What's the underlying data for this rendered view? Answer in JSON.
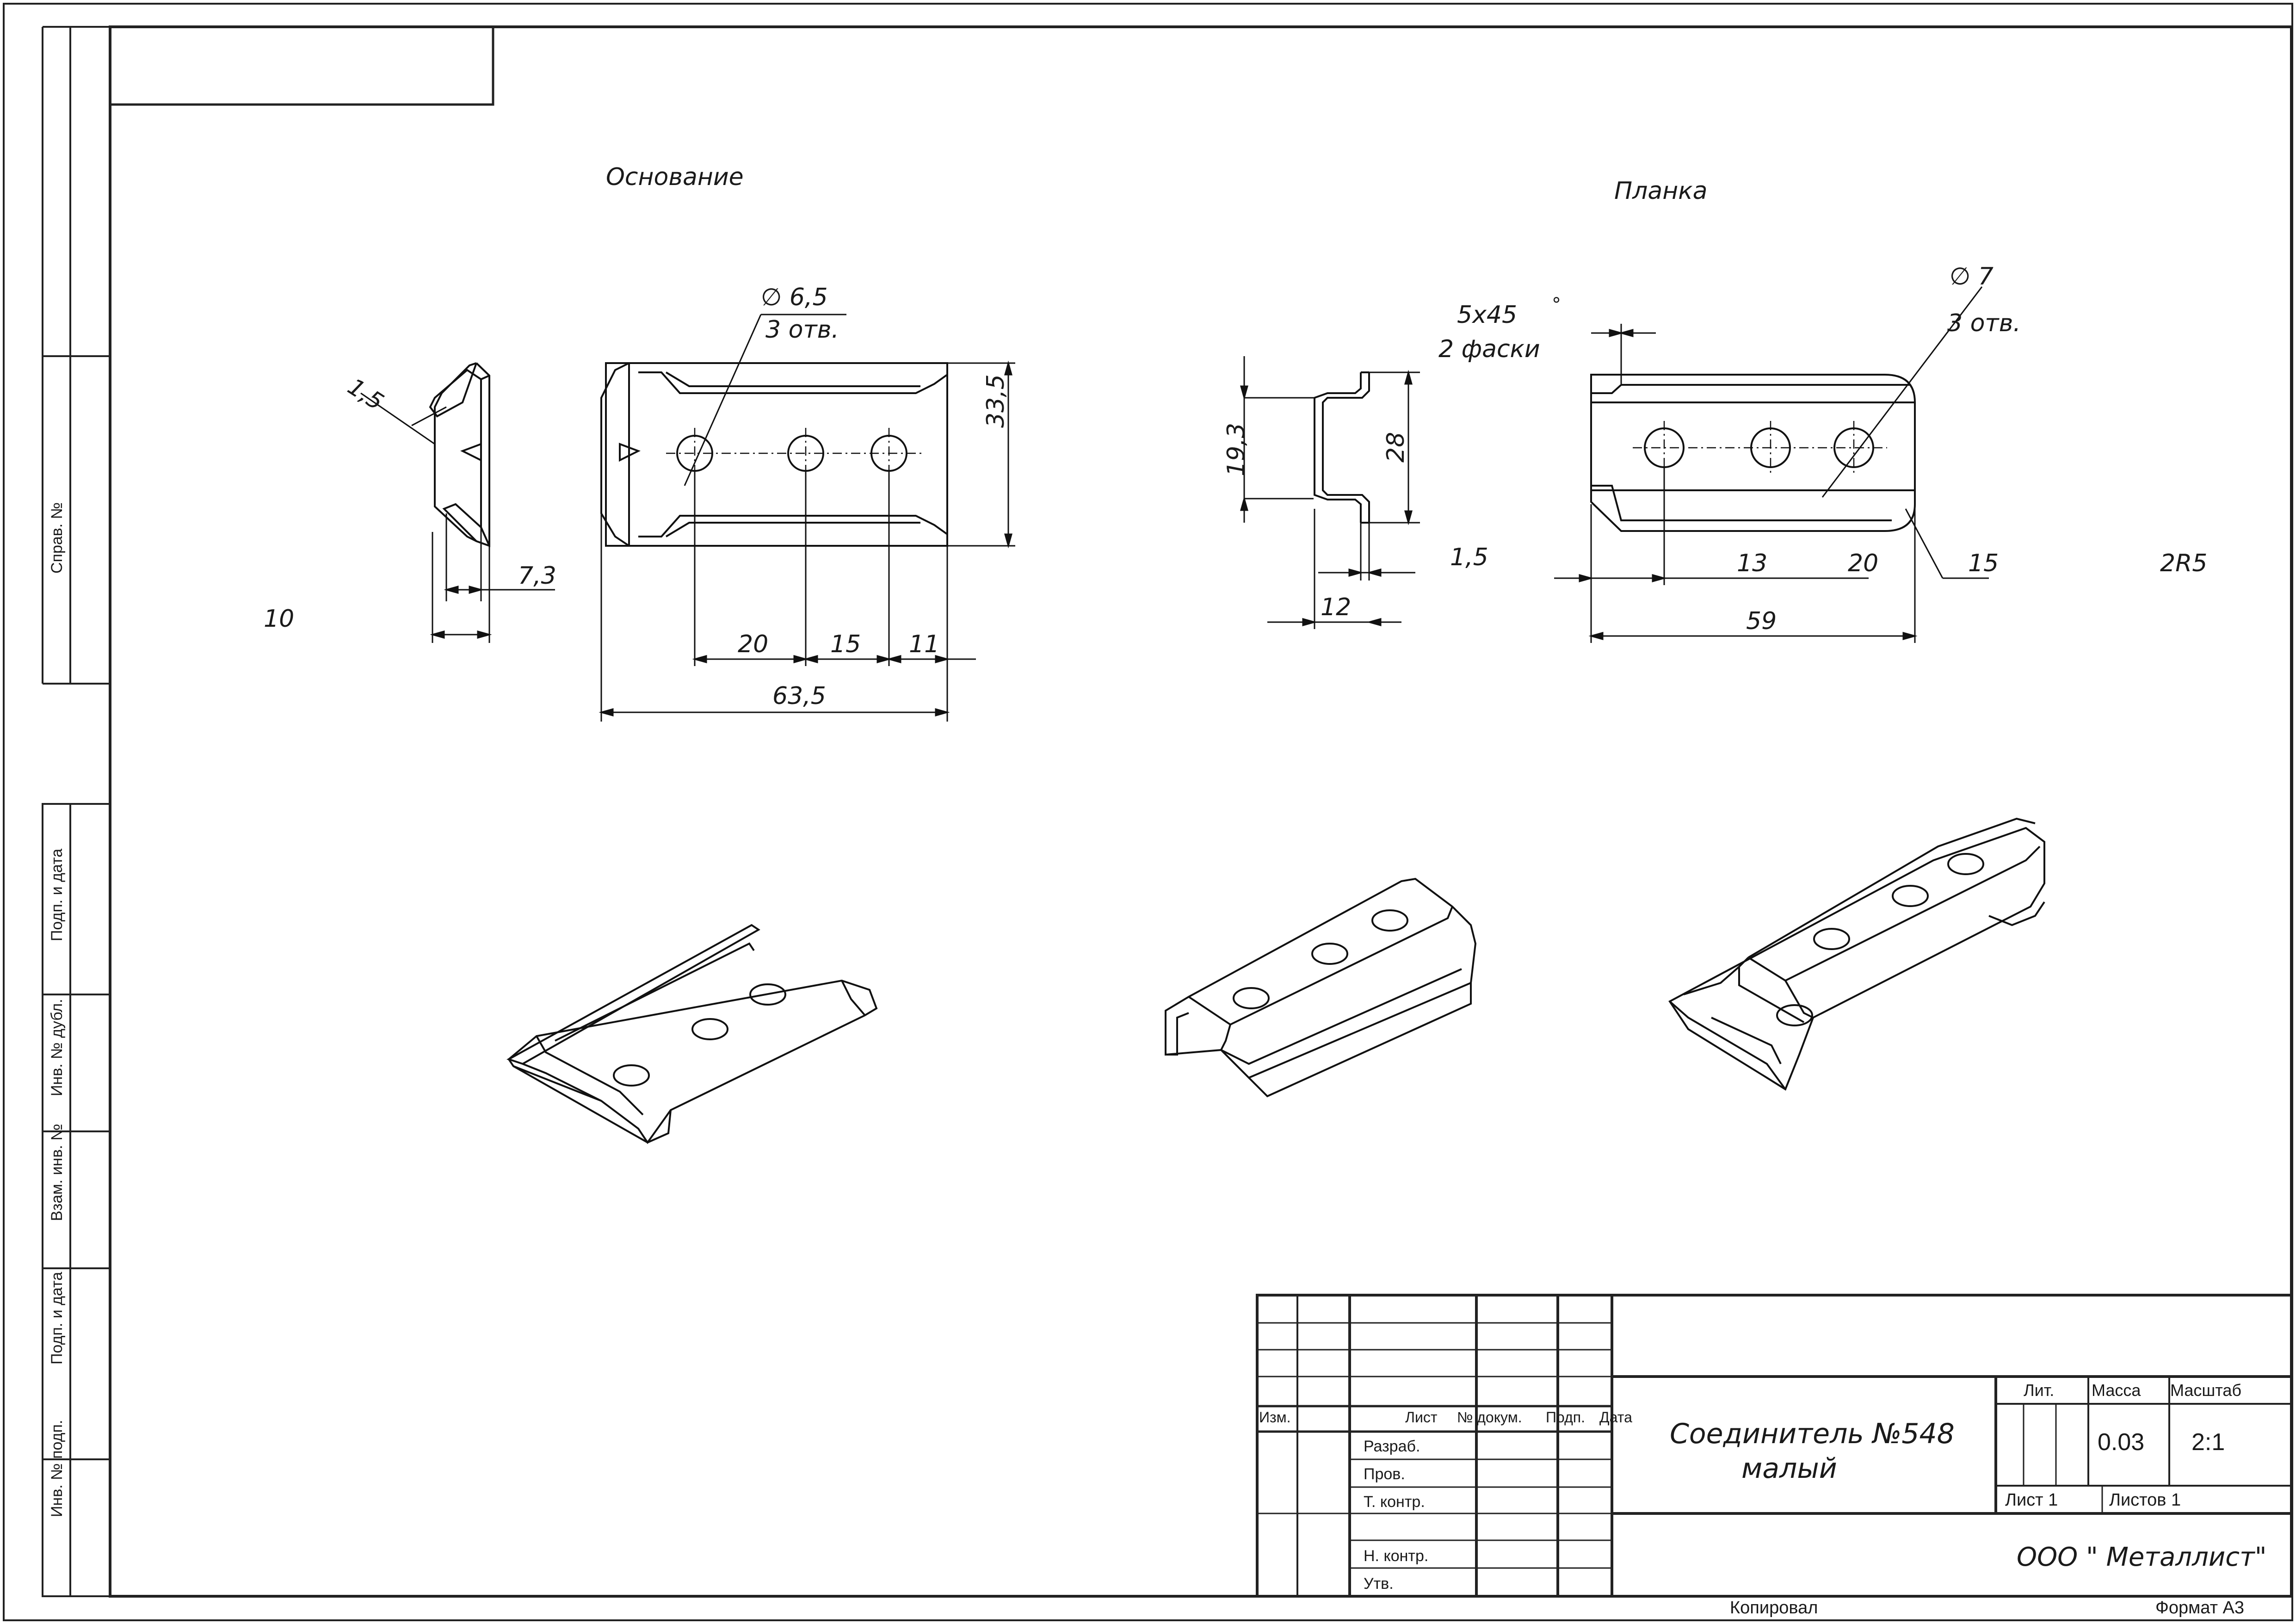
{
  "side_labels": [
    "Справ. №",
    "Подп. и дата",
    "Инв. № дубл.",
    "Взам. инв. №",
    "Подп. и дата",
    "Инв. № подп."
  ],
  "views": {
    "base_title": "Основание",
    "plate_title": "Планка"
  },
  "base_dims": {
    "hole": "∅ 6,5",
    "hole_count": "3 отв.",
    "bevel": "1,5",
    "height": "33,5",
    "flange": "7,3",
    "side_width": "10",
    "d1": "20",
    "d2": "15",
    "d3": "11",
    "total": "63,5"
  },
  "plate_dims": {
    "chamfer": "5х45",
    "degree": "°",
    "chamfer_count": "2 фаски",
    "hole": "∅ 7",
    "hole_count": "3 отв.",
    "h1": "19,3",
    "h2": "28",
    "thickness": "1,5",
    "width": "12",
    "d1": "13",
    "d2": "20",
    "d3": "15",
    "radius": "2R5",
    "total": "59"
  },
  "title_block": {
    "headers": {
      "izm": "Изм.",
      "list": "Лист",
      "doc": "№ докум.",
      "podp": "Подп.",
      "data": "Дата"
    },
    "roles": [
      "Разраб.",
      "Пров.",
      "Т. контр.",
      "",
      "Н. контр.",
      "Утв."
    ],
    "name_line1": "Соединитель №548",
    "name_line2": "малый",
    "lit_label": "Лит.",
    "mass_label": "Масса",
    "scale_label": "Масштаб",
    "mass": "0.03",
    "scale": "2:1",
    "sheet": "Лист 1",
    "sheets": "Листов 1",
    "company": "ООО \" Металлист\""
  },
  "footer": {
    "copied": "Копировал",
    "format": "Формат А3"
  }
}
